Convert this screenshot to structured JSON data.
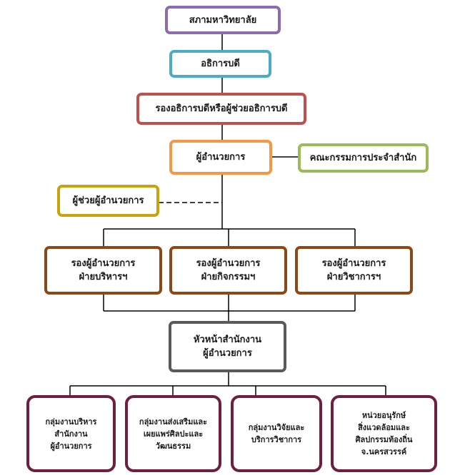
{
  "colors": {
    "purple": "#8e6bb0",
    "cyan": "#4bacc6",
    "red": "#c0504d",
    "orange": "#f79646",
    "green": "#9bbb59",
    "gold": "#c9a30c",
    "brown": "#8a4a17",
    "gray": "#5a5a5a",
    "maroon": "#6e1f3f"
  },
  "chart": {
    "top": "สภามหาวิทยาลัย",
    "president": "อธิการบดี",
    "vice_president": "รองอธิการบดีหรือผู้ช่วยอธิการบดี",
    "director": "ผู้อำนวยการ",
    "committee": "คณะกรรมการประจำสำนัก",
    "assistant": "ผู้ช่วยผู้อำนวยการ",
    "deputies": [
      {
        "line1": "รองผู้อำนวยการ",
        "line2": "ฝ่ายบริหารฯ"
      },
      {
        "line1": "รองผู้อำนวยการ",
        "line2": "ฝ่ายกิจกรรมฯ"
      },
      {
        "line1": "รองผู้อำนวยการ",
        "line2": "ฝ่ายวิชาการฯ"
      }
    ],
    "head": {
      "line1": "หัวหน้าสำนักงาน",
      "line2": "ผู้อำนวยการ"
    },
    "units": [
      {
        "lines": [
          "กลุ่มงานบริหาร",
          "สำนักงาน",
          "ผู้อำนวยการ"
        ]
      },
      {
        "lines": [
          "กลุ่มงานส่งเสริมและ",
          "เผยแพร่ศิลปะและ",
          "วัฒนธรรม"
        ]
      },
      {
        "lines": [
          "กลุ่มงานวิจัยและ",
          "บริการวิชาการ"
        ]
      },
      {
        "lines": [
          "หน่วยอนุรักษ์",
          "สิ่งแวดล้อมและ",
          "ศิลปกรรมท้องถิ่น",
          "จ.นครสวรรค์"
        ]
      }
    ]
  }
}
